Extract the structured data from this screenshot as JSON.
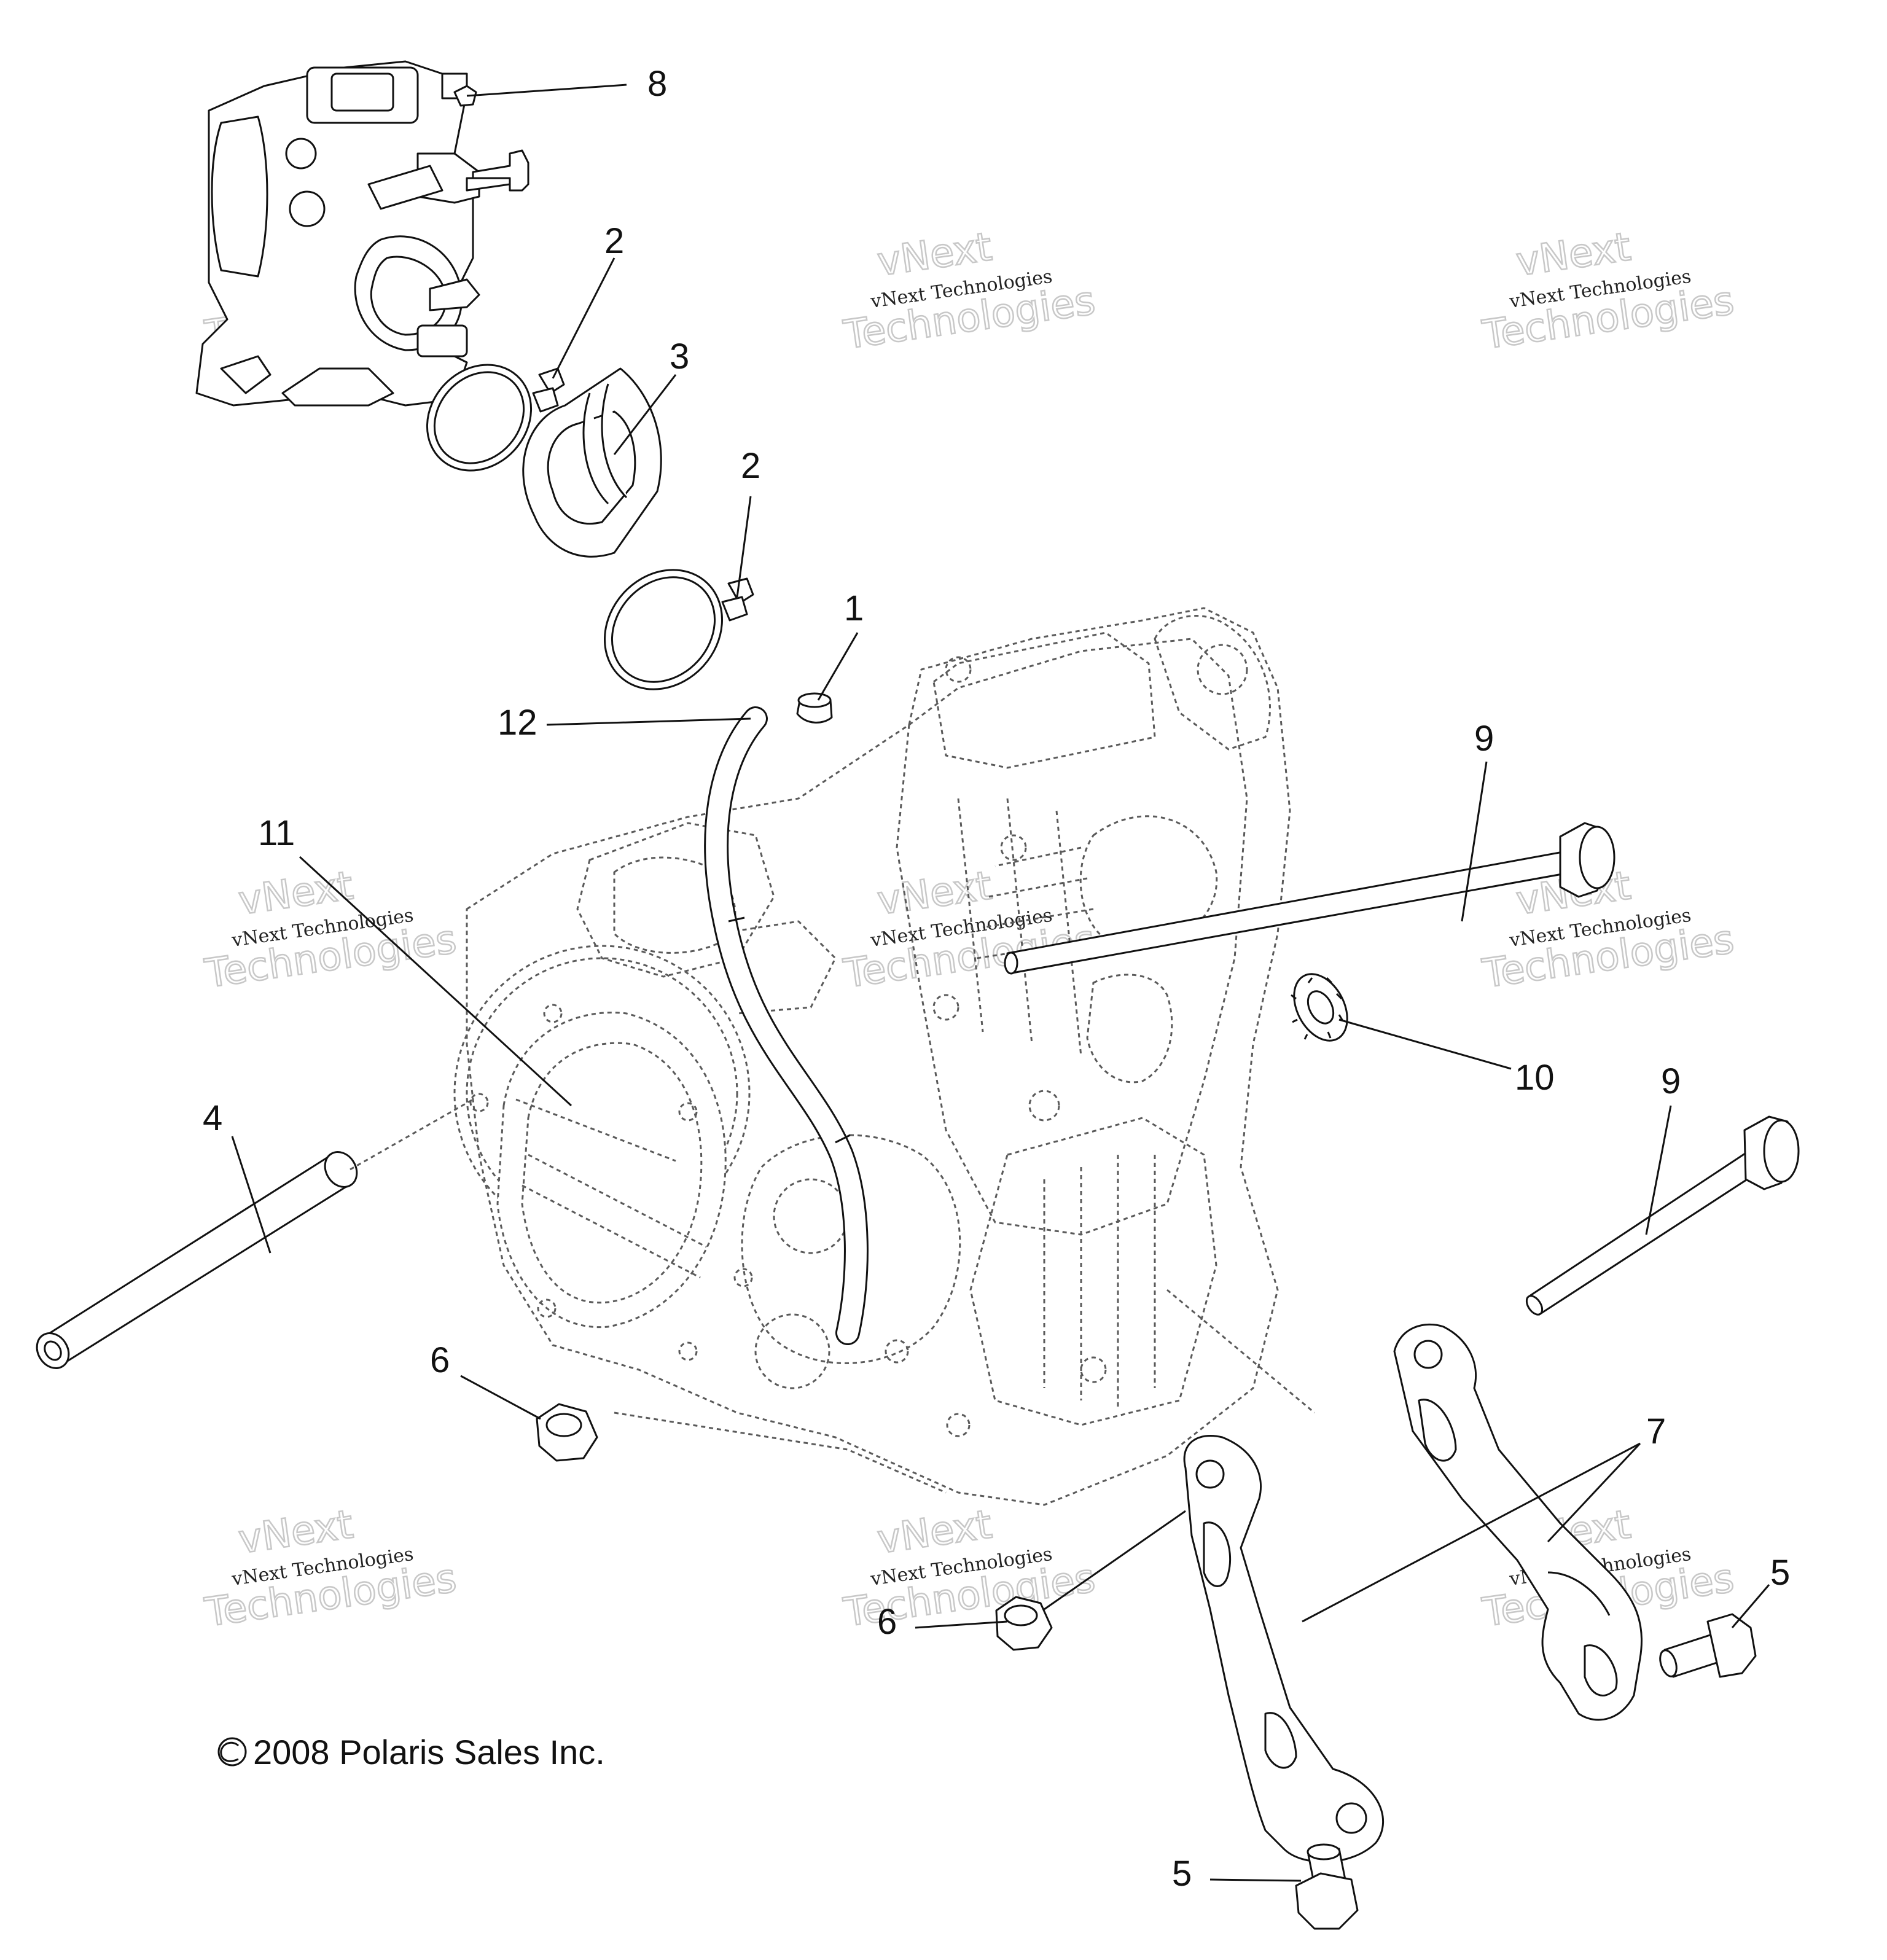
{
  "callouts": [
    "1",
    "2",
    "2",
    "3",
    "4",
    "5",
    "5",
    "6",
    "6",
    "7",
    "8",
    "9",
    "9",
    "10",
    "11",
    "12"
  ],
  "watermark": {
    "line1": "vNext",
    "line2": "vNext Technologies",
    "line3": "Technologies"
  },
  "copyright": "2008 Polaris Sales Inc."
}
